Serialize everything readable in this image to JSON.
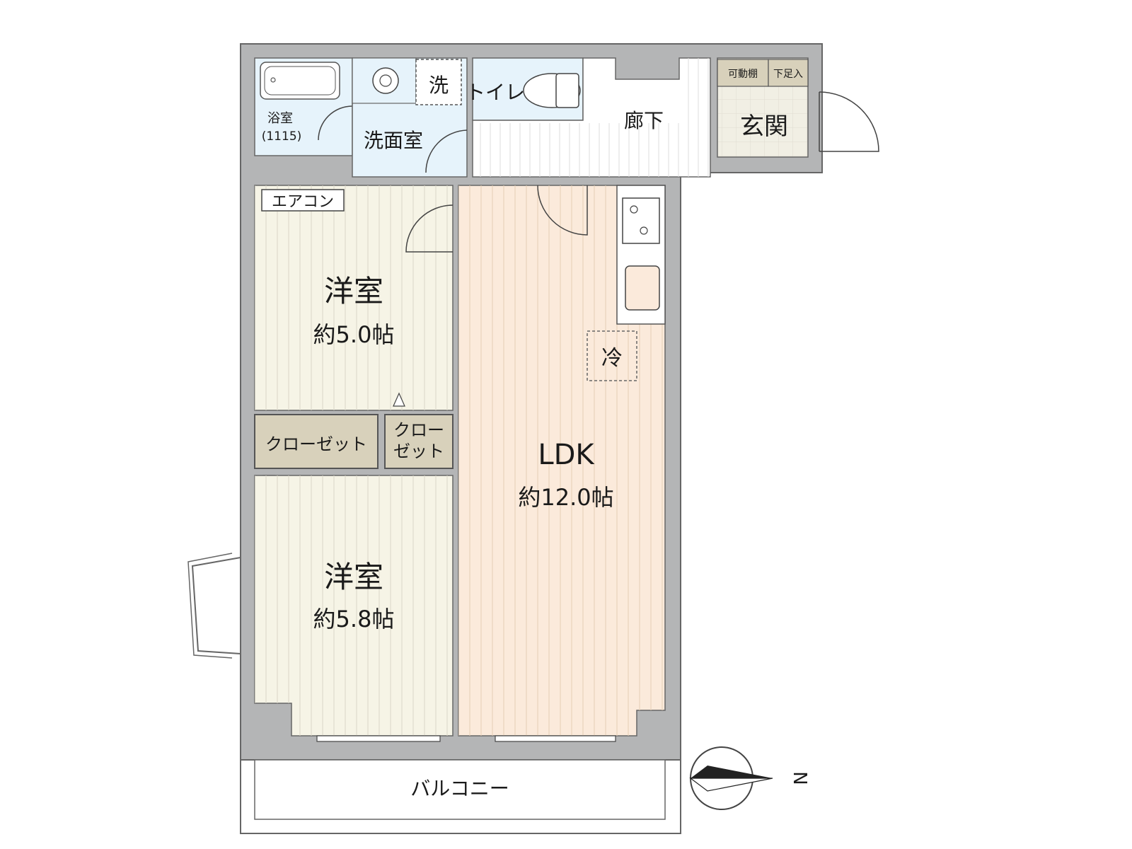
{
  "rooms": {
    "bath": {
      "name": "浴室",
      "size": "(1115)"
    },
    "washroom": {
      "name": "洗面室",
      "washer": "洗"
    },
    "toilet": {
      "name": "トイレ"
    },
    "hallway": {
      "name": "廊下"
    },
    "entrance": {
      "name": "玄関",
      "shelf": "可動棚",
      "shoe_box": "下足入"
    },
    "aircon": {
      "label": "エアコン"
    },
    "western1": {
      "name": "洋室",
      "area": "約5.0帖"
    },
    "closet1": {
      "label": "クローゼット"
    },
    "closet2": {
      "line1": "クロー",
      "line2": "ゼット"
    },
    "western2": {
      "name": "洋室",
      "area": "約5.8帖"
    },
    "ldk": {
      "name": "LDK",
      "area": "約12.0帖",
      "fridge": "冷"
    },
    "balcony": {
      "name": "バルコニー"
    }
  },
  "compass": {
    "label": "N"
  },
  "colors": {
    "wall": "#b4b5b6",
    "outline": "#666666",
    "room_floor": "#f6f4e6",
    "ldk_floor": "#fbeadb",
    "wet_area": "#e6f3fb",
    "closet": "#d8d1bb",
    "entrance_tile": "#f1efe4"
  }
}
